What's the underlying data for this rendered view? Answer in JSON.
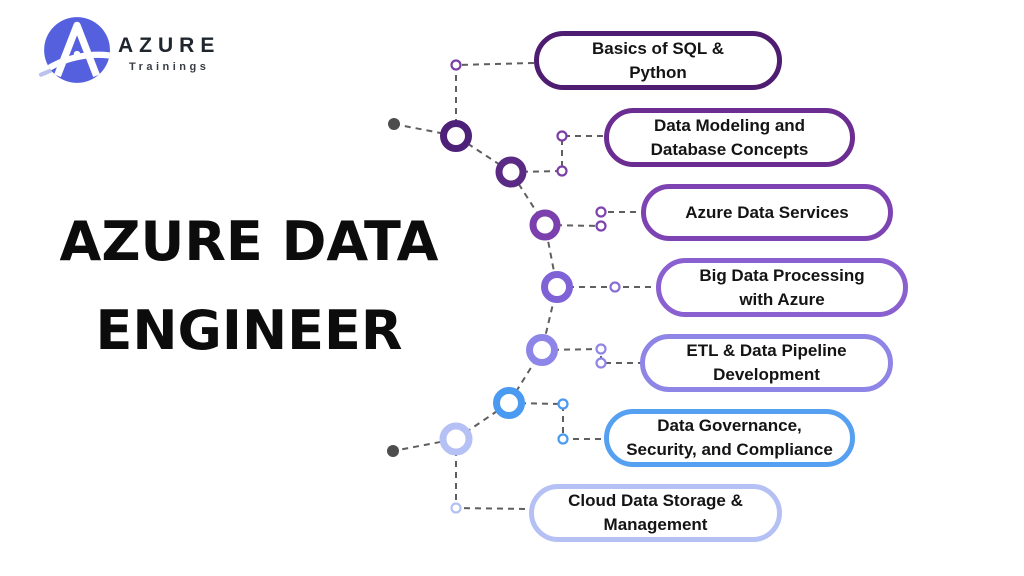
{
  "logo": {
    "brand": "AZURE",
    "tagline": "Trainings",
    "icon_color": "#5560de",
    "icon_tail_color": "#b9c3ee"
  },
  "title": {
    "line1": "AZURE DATA",
    "line2": "ENGINEER"
  },
  "diagram": {
    "connector_color": "#5f5f5f",
    "endpoint_dot_color": "#4d4d4d",
    "topics": [
      {
        "label": "Basics of SQL &\nPython",
        "color": "#4e1d72",
        "node_color": "#4e2178",
        "ring_color": "#7b3fa8"
      },
      {
        "label": "Data Modeling and\nDatabase Concepts",
        "color": "#6b2d92",
        "node_color": "#5b2a84",
        "ring_color": "#7b3fa8"
      },
      {
        "label": "Azure Data Services",
        "color": "#7e43b2",
        "node_color": "#7b3fae",
        "ring_color": "#7e43b2"
      },
      {
        "label": "Big Data Processing\nwith Azure",
        "color": "#8a5fd0",
        "node_color": "#7f62d6",
        "ring_color": "#8a6fd8"
      },
      {
        "label": "ETL & Data Pipeline\nDevelopment",
        "color": "#8f85e6",
        "node_color": "#8d86e8",
        "ring_color": "#8f85e6"
      },
      {
        "label": "Data Governance,\nSecurity, and Compliance",
        "color": "#55a0f0",
        "node_color": "#4b9af2",
        "ring_color": "#4b9af2"
      },
      {
        "label": "Cloud Data Storage &\nManagement",
        "color": "#b5c0f4",
        "node_color": "#b5c0f4",
        "ring_color": "#b5c0f4"
      }
    ]
  }
}
